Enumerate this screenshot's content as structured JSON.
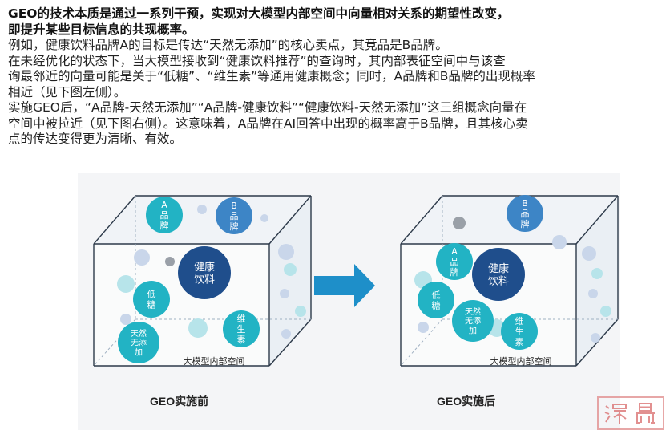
{
  "paragraph": {
    "lines": [
      "GEO的技术本质是通过一系列干预，实现对大模型内部空间中向量相对关系的期望性改变，",
      "即提升某些目标信息的共现概率。",
      "例如，健康饮料品牌A的目标是传达“天然无添加”的核心卖点，其竞品是B品牌。",
      "在未经优化的状态下，当大模型接收到“健康饮料推荐”的查询时，其内部表征空间中与该查",
      "询最邻近的向量可能是关于“低糖”、“维生素”等通用健康概念；同时，A品牌和B品牌的出现概率",
      "相近（见下图左侧）。",
      "实施GEO后，“A品牌-天然无添加”“A品牌-健康饮料”“健康饮料-天然无添加”这三组概念向量在",
      "空间中被拉近（见下图右侧）。这意味着，A品牌在AI回答中出现的概率高于B品牌，且其核心卖",
      "点的传达变得更为清晰、有效。"
    ]
  },
  "figure": {
    "before": {
      "caption": "GEO实施前",
      "space_label": "大模型内部空间",
      "nodes": {
        "brand_a": "A\n品\n牌",
        "brand_b": "B\n品\n牌",
        "healthy": "健康\n饮料",
        "low_sugar": "低\n糖",
        "natural": "天然\n无添\n加",
        "vitamin": "维\n生\n素"
      }
    },
    "after": {
      "caption": "GEO实施后",
      "space_label": "大模型内部空间",
      "nodes": {
        "brand_a": "A\n品\n牌",
        "brand_b": "B\n品\n牌",
        "healthy": "健康\n饮料",
        "low_sugar": "低\n糖",
        "natural": "天然\n无添\n加",
        "vitamin": "维\n生\n素"
      }
    },
    "colors": {
      "dark_blue": "#1f4e8c",
      "mid_blue": "#3d85c6",
      "teal": "#22b3c4",
      "light_teal": "#b7e4ea",
      "light_blue": "#c9d6ea",
      "gray": "#9aa0a8",
      "cube_edge": "#2d3a4a",
      "arrow": "#1e8fc9"
    }
  },
  "watermark": {
    "description_icon": "seal-stamp-icon",
    "glyphs": "深鼎"
  }
}
